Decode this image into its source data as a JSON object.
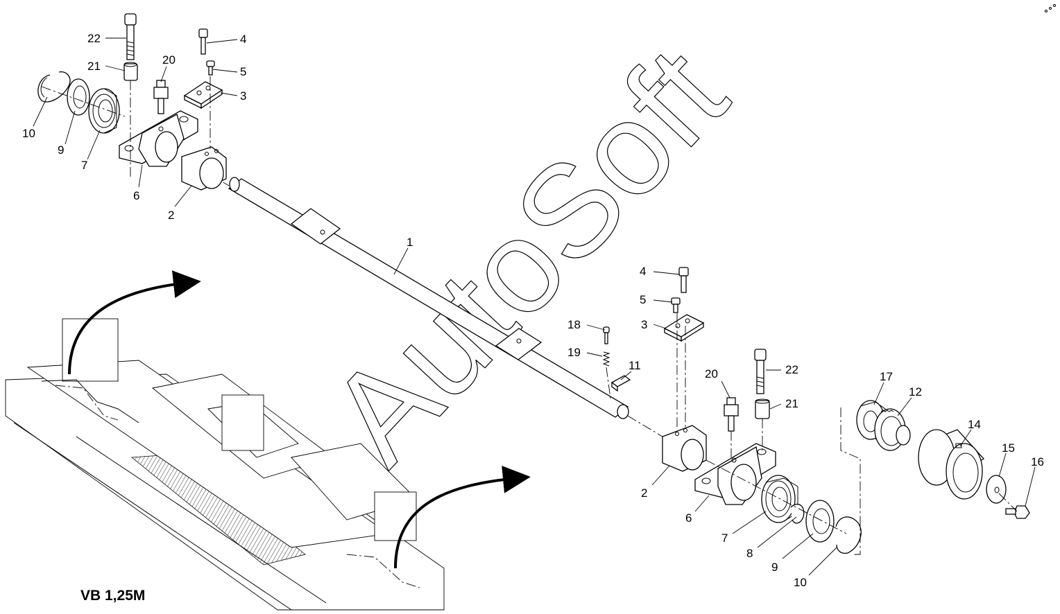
{
  "title": "VB 1,25M",
  "watermark": "AutoSoft",
  "callouts": {
    "shaft": "1",
    "clamp_left": "2",
    "clamp_right": "2",
    "plate_left": "3",
    "plate_right": "3",
    "screw4_left": "4",
    "screw4_right": "4",
    "screw5_left": "5",
    "screw5_right": "5",
    "housing_left": "6",
    "housing_right": "6",
    "bearing_left": "7",
    "bearing_right": "7",
    "ring8_right": "8",
    "seal_left": "9",
    "seal_right": "9",
    "circlip_left": "10",
    "circlip_right": "10",
    "key": "11",
    "gear": "12",
    "coupling": "14",
    "washer": "15",
    "bolt": "16",
    "collar": "17",
    "pin": "18",
    "spring": "19",
    "grease_left": "20",
    "grease_right": "20",
    "spacer_left": "21",
    "spacer_right": "21",
    "bolt22_left": "22",
    "bolt22_right": "22"
  }
}
